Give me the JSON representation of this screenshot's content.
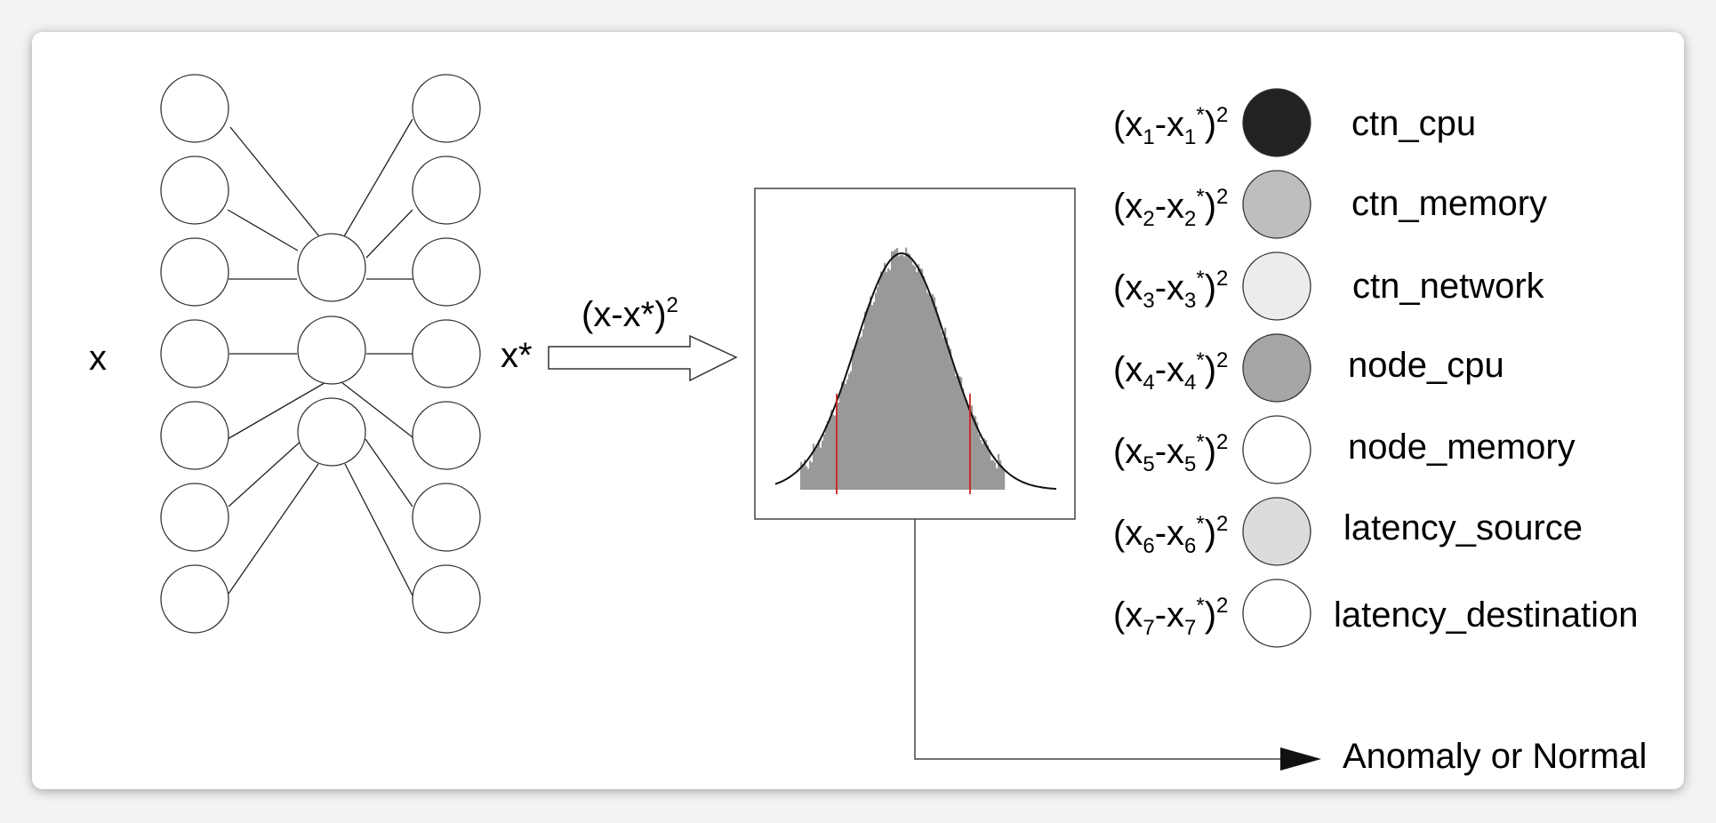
{
  "input_label": "x",
  "output_label": "x*",
  "error_formula": {
    "base": "(x-x*)",
    "exp": "2"
  },
  "features": [
    {
      "index": "1",
      "name": "ctn_cpu",
      "color": "#222222"
    },
    {
      "index": "2",
      "name": "ctn_memory",
      "color": "#bdbec0"
    },
    {
      "index": "3",
      "name": "ctn_network",
      "color": "#ececec"
    },
    {
      "index": "4",
      "name": "node_cpu",
      "color": "#a6a6a6"
    },
    {
      "index": "5",
      "name": "node_memory",
      "color": "#ffffff"
    },
    {
      "index": "6",
      "name": "latency_source",
      "color": "#dcdcdc"
    },
    {
      "index": "7",
      "name": "latency_destination",
      "color": "#ffffff"
    }
  ],
  "result_label": "Anomaly or Normal",
  "colors": {
    "threshold": "#cc2222",
    "histogram": "#999999"
  }
}
